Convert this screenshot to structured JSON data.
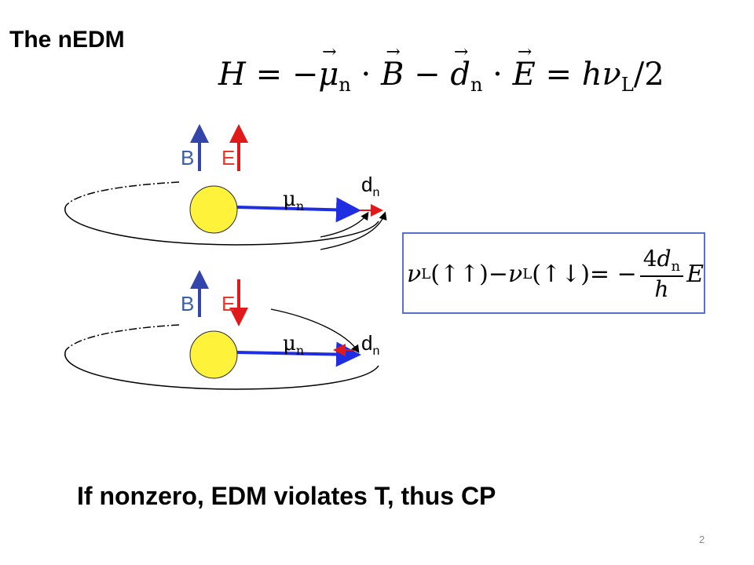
{
  "title": "The nEDM",
  "hamiltonian": {
    "H": "H",
    "eq1": " = −",
    "mu": "μ",
    "mu_sub": "n",
    "dot1": " · ",
    "B": "B",
    "minus": " − ",
    "d": "d",
    "d_sub": "n",
    "dot2": " · ",
    "E": "E",
    "eq2": " = ",
    "rhs": "hν",
    "rhs_sub": "L",
    "rhs_tail": "/2"
  },
  "diagram": {
    "top": {
      "label_B": "B",
      "label_E": "E",
      "label_mu": "μ",
      "label_mu_sub": "n",
      "label_d": "d",
      "label_d_sub": "n"
    },
    "bottom": {
      "label_B": "B",
      "label_E": "E",
      "label_mu": "μ",
      "label_mu_sub": "n",
      "label_d": "d",
      "label_d_sub": "n"
    },
    "colors": {
      "B_arrow": "#3344aa",
      "E_arrow": "#e0191a",
      "B_label": "#3b5ea8",
      "E_label": "#e53a2b",
      "mu_arrow": "#1f2ee0",
      "d_arrow": "#e01a1a",
      "neutron_fill": "#fef23a",
      "box_border": "#5571c9"
    }
  },
  "formula": {
    "nu1": "ν",
    "nu1_sub": "L",
    "arg1": "(↑↑)",
    "minus": " − ",
    "nu2": "ν",
    "nu2_sub": "L",
    "arg2": "(↑↓)",
    "eq": " = −",
    "num_coef": "4",
    "num_d": "d",
    "num_d_sub": "n",
    "den": "h",
    "E": "E"
  },
  "bottom_text": "If nonzero, EDM violates T, thus CP",
  "page_number": "2"
}
